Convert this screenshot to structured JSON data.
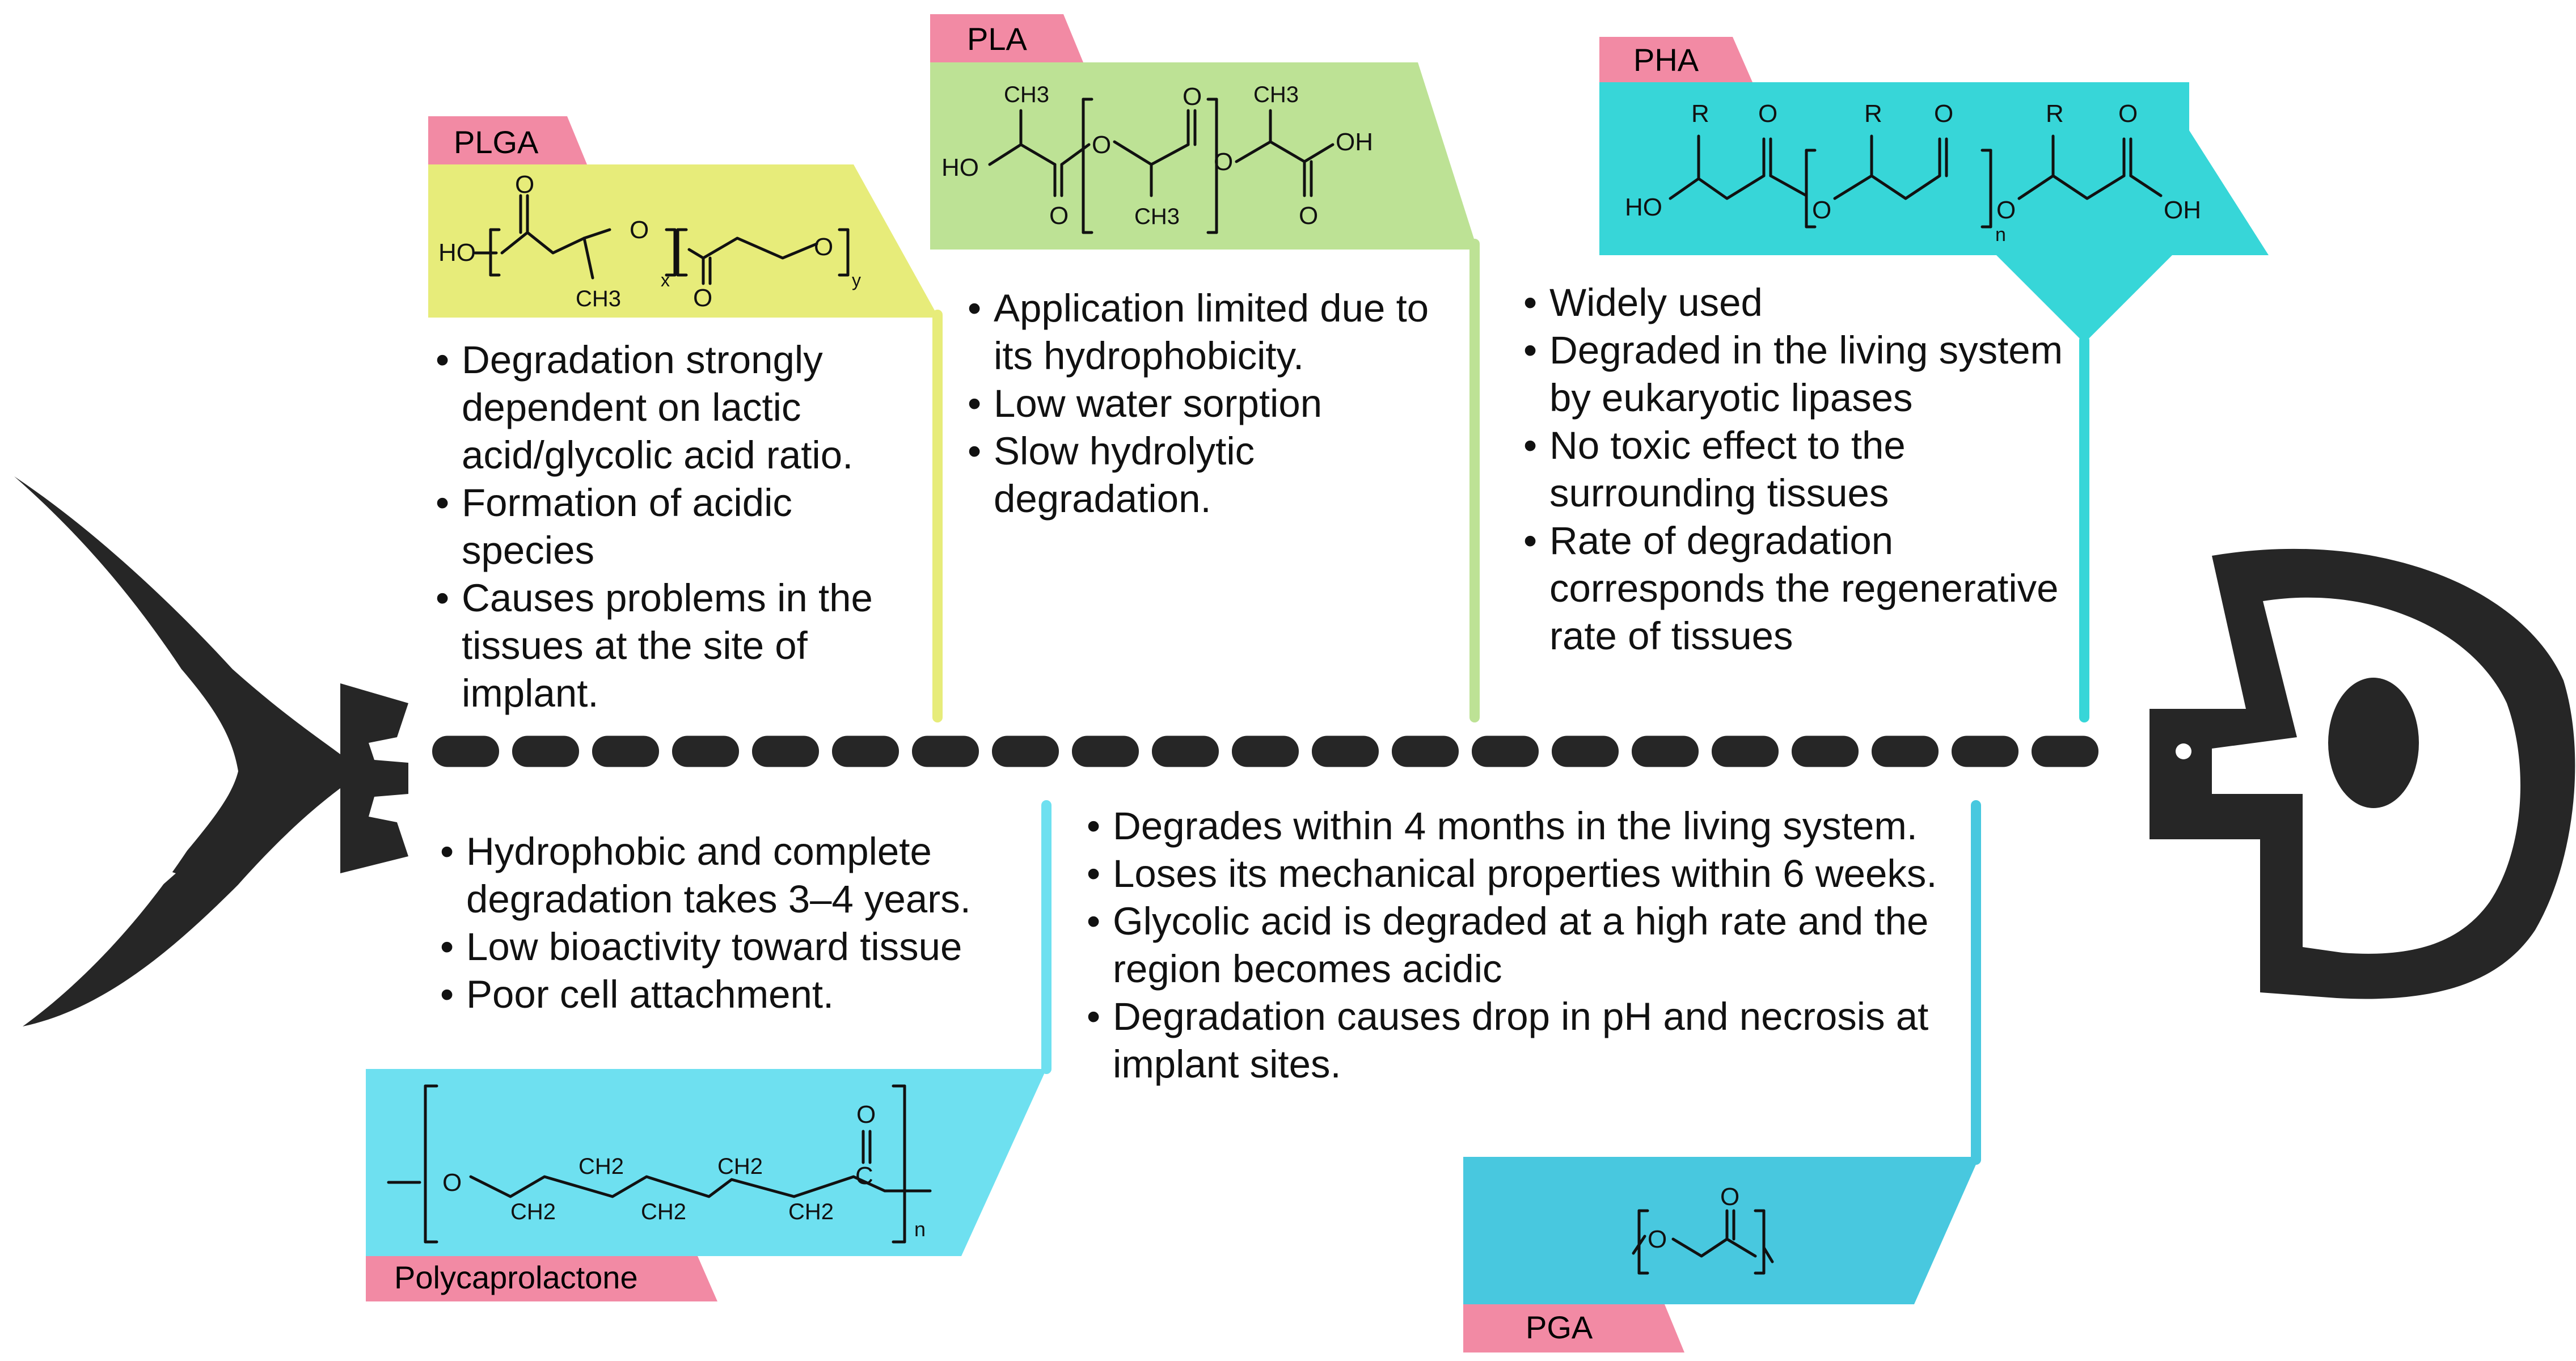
{
  "spine": {
    "segments": 21
  },
  "polymers": {
    "plga": {
      "label": "PLGA",
      "color": "#e7ec7a",
      "tag_color": "#f28aa4",
      "points": [
        "Degradation strongly dependent on lactic acid/glycolic acid ratio.",
        "Formation of acidic species",
        "Causes problems in the tissues at the site of implant."
      ]
    },
    "pla": {
      "label": "PLA",
      "color": "#bde295",
      "tag_color": "#f28aa4",
      "points": [
        "Application limited due to its hydrophobicity.",
        "Low water sorption",
        "Slow hydrolytic degradation."
      ]
    },
    "pha": {
      "label": "PHA",
      "color": "#37d6d8",
      "tag_color": "#f28aa4",
      "points": [
        "Widely used",
        "Degraded in the living system by eukaryotic lipases",
        "No toxic effect to the surrounding tissues",
        "Rate of degradation corresponds the regenerative rate of tissues"
      ]
    },
    "pcl": {
      "label": "Polycaprolactone",
      "color": "#6ee0f0",
      "tag_color": "#f28aa4",
      "points": [
        "Hydrophobic and complete degradation takes 3–4 years.",
        "Low bioactivity toward tissue",
        "Poor cell attachment."
      ]
    },
    "pga": {
      "label": "PGA",
      "color": "#48c8df",
      "tag_color": "#f28aa4",
      "points": [
        "Degrades within 4 months in the living system.",
        "Loses its mechanical properties within 6 weeks.",
        "Glycolic acid is degraded at a high rate and the region becomes acidic",
        "Degradation causes drop in pH and necrosis at implant sites."
      ]
    }
  },
  "chem": {
    "plga": {
      "ho": "HO",
      "o": "O",
      "ch3": "CH3",
      "x": "x",
      "y": "y"
    },
    "pla": {
      "ho": "HO",
      "oh": "OH",
      "o": "O",
      "ch3": "CH3"
    },
    "pha": {
      "ho": "HO",
      "oh": "OH",
      "o": "O",
      "r": "R",
      "n": "n"
    },
    "pcl": {
      "o": "O",
      "c": "C",
      "ch2": "CH2",
      "n": "n"
    },
    "pga": {
      "o": "O"
    }
  }
}
